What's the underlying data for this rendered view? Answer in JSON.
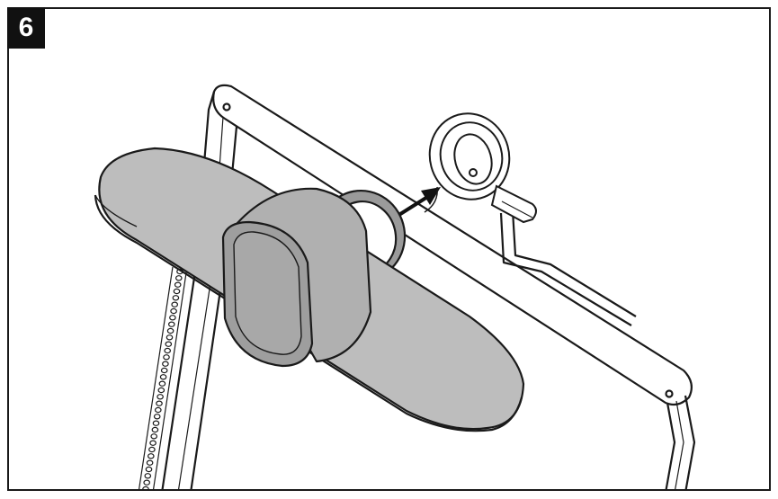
{
  "step": {
    "number": "6"
  },
  "colors": {
    "line": "#1a1a1a",
    "device_body": "#bdbdbd",
    "device_dark": "#8c8c8c",
    "device_face": "#9e9e9e",
    "frame_fill": "#ffffff"
  },
  "icons": {
    "arrow": "insert-arrow-icon",
    "clip": "mounting-clip-icon",
    "device": "camera-soundbar-device",
    "frame": "tv-frame-bracket"
  }
}
